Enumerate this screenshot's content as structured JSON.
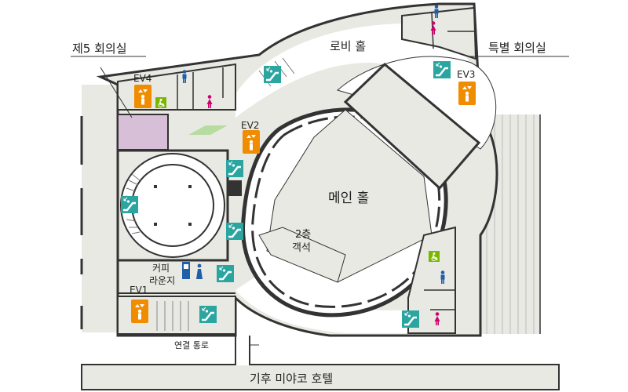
{
  "labels": {
    "conference5": "제5 회의실",
    "lobby_hall": "로비 홀",
    "special_conference": "특별 회의실",
    "main_hall": "메인 홀",
    "balcony_line1": "2층",
    "balcony_line2": "객석",
    "coffee_line1": "커피",
    "coffee_line2": "라운지",
    "corridor": "연결 통로",
    "hotel": "기후 미야코 호텔"
  },
  "elevators": {
    "ev1": "EV1",
    "ev2": "EV2",
    "ev3": "EV3",
    "ev4": "EV4"
  },
  "icons": {
    "elevator": "elevator-icon",
    "escalator": "escalator-icon",
    "stairs": "stairs-icon",
    "restroom_male": "male-restroom-icon",
    "restroom_female": "female-restroom-icon",
    "accessible": "wheelchair-icon",
    "vending": "vending-machine-icon"
  },
  "colors": {
    "floor": "#e9e9e3",
    "wall": "#333333",
    "elevator": "#f08c00",
    "escalator": "#2aa5a0",
    "accessible": "#7ab800",
    "male": "#1f5ea8",
    "female": "#d0006f",
    "conference5": "#d8bfd8"
  }
}
